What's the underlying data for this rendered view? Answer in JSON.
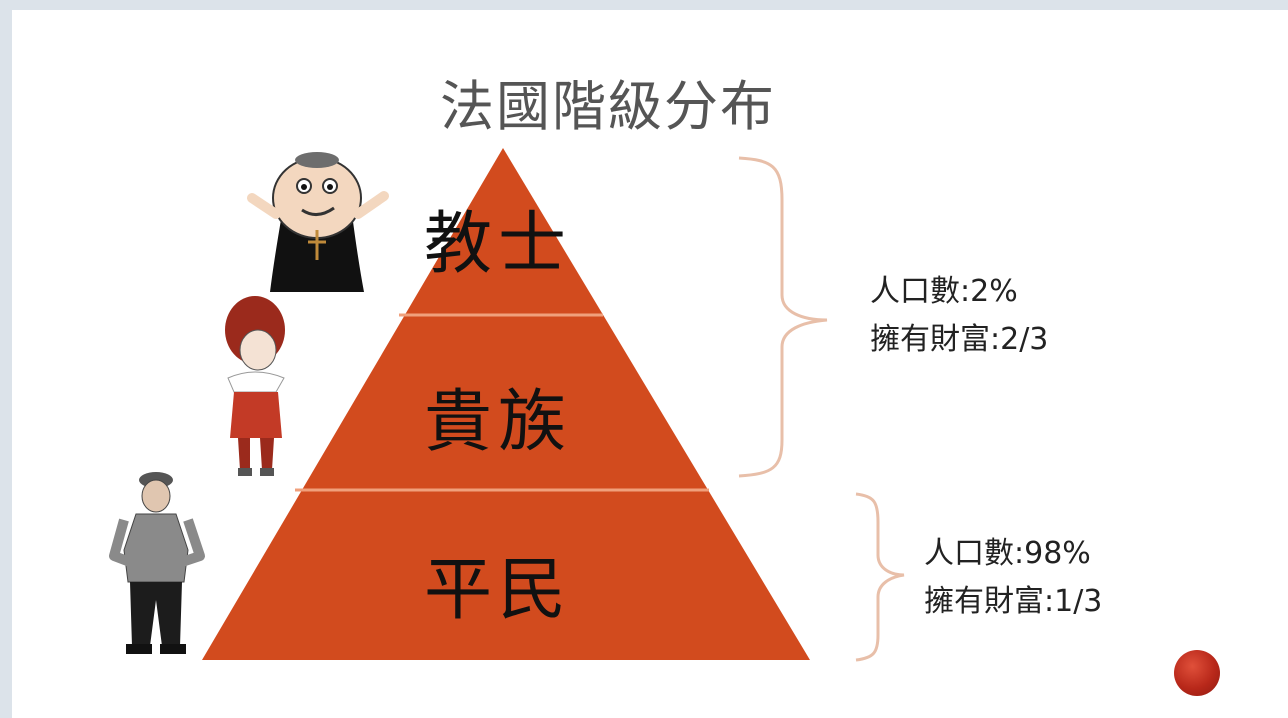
{
  "slide": {
    "title": "法國階級分布"
  },
  "tiers": [
    {
      "label": "教士"
    },
    {
      "label": "貴族"
    },
    {
      "label": "平民"
    }
  ],
  "groups": [
    {
      "population": "人口數:2%",
      "wealth": "擁有財富:2/3"
    },
    {
      "population": "人口數:98%",
      "wealth": "擁有財富:1/3"
    }
  ],
  "colors": {
    "pyramid": "#d24b1e",
    "divider": "#f0a07c",
    "bracket": "#e8bfa9",
    "bullet": "#b8281a"
  },
  "icons": {
    "clergy": "clergy-figure-icon",
    "noble": "noble-figure-icon",
    "commoner": "commoner-figure-icon"
  }
}
